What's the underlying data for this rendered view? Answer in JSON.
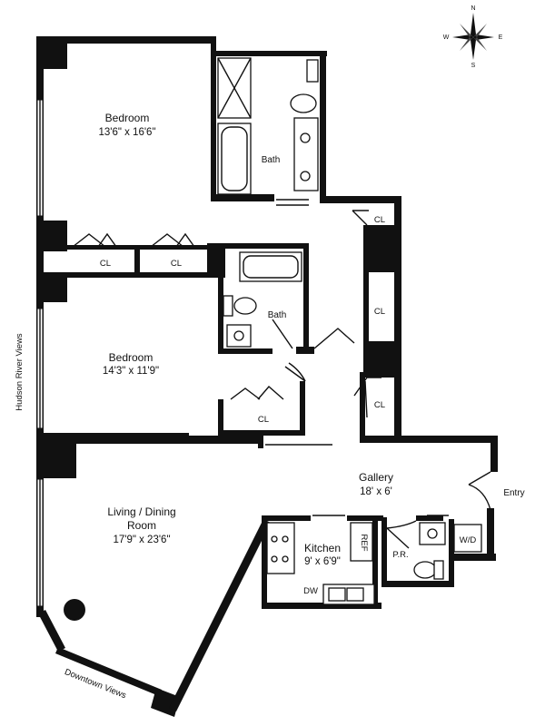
{
  "rooms": {
    "bedroom1": {
      "name": "Bedroom",
      "dims": "13'6\" x 16'6\""
    },
    "bedroom2": {
      "name": "Bedroom",
      "dims": "14'3\" x 11'9\""
    },
    "living": {
      "name_line1": "Living / Dining",
      "name_line2": "Room",
      "dims": "17'9\" x 23'6\""
    },
    "kitchen": {
      "name": "Kitchen",
      "dims": "9' x 6'9\""
    },
    "gallery": {
      "name": "Gallery",
      "dims": "18' x 6'"
    },
    "bath1": {
      "name": "Bath"
    },
    "bath2": {
      "name": "Bath"
    }
  },
  "closets": {
    "label": "CL"
  },
  "fixtures": {
    "ref": "REF",
    "dw": "DW",
    "wd": "W/D",
    "pr": "P.R."
  },
  "entry": "Entry",
  "views": {
    "side": "Hudson River Views",
    "bottom": "Downtown Views"
  },
  "compass": {
    "n": "N",
    "s": "S",
    "e": "E",
    "w": "W"
  }
}
